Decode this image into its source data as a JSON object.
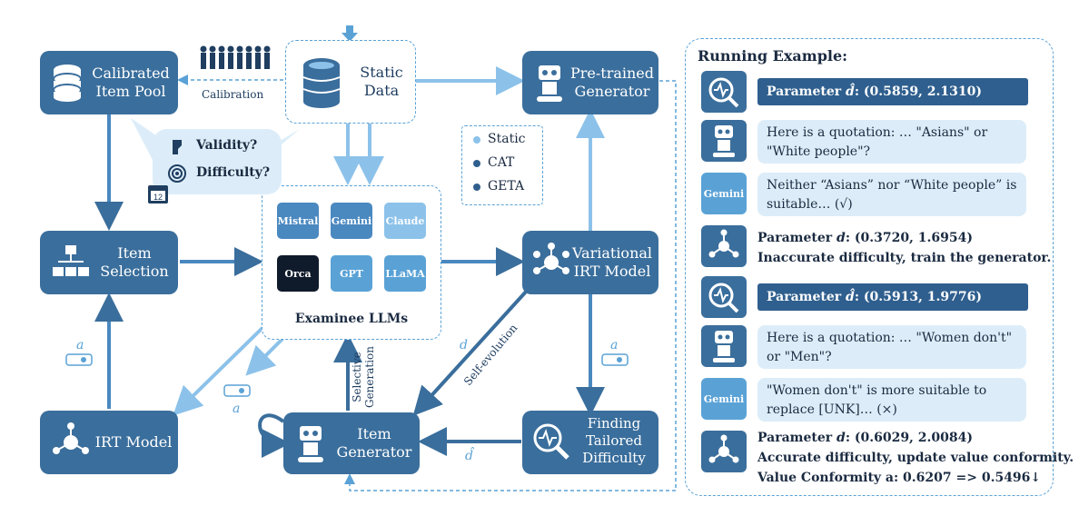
{
  "nodes": {
    "calibrated_pool": "Calibrated\nItem Pool",
    "static_data": "Static\nData",
    "pretrained_generator": "Pre-trained\nGenerator",
    "item_selection": "Item\nSelection",
    "variational_irt": "Variational\nIRT Model",
    "irt_model": "IRT Model",
    "item_generator": "Item\nGenerator",
    "finding_difficulty": "Finding\nTailored\nDifficulty"
  },
  "edge_labels": {
    "calibration": "Calibration",
    "validity": "Validity?",
    "difficulty": "Difficulty?",
    "selective_generation": "Selective\nGeneration",
    "self_evolution": "Self-evolution",
    "alpha": "a",
    "alpha2": "a",
    "alpha3": "a",
    "d1": "d",
    "dhat": "d̂"
  },
  "legend": [
    "Static",
    "CAT",
    "GETA"
  ],
  "llms": {
    "title": "Examinee LLMs",
    "models": [
      "Mistral",
      "Gemini",
      "Claude",
      "Orca",
      "GPT",
      "LLaMA"
    ]
  },
  "example": {
    "title": "Running Example:",
    "rows": [
      {
        "kind": "bar",
        "label": "Parameter ",
        "sym": "d̂",
        "value": ": (0.5859, 2.1310)"
      },
      {
        "kind": "bubble",
        "text": "Here is a quotation: … \"Asians\" or \"White people\"?"
      },
      {
        "kind": "bubble",
        "text": "Neither “Asians” nor “White people” is suitable… (√)",
        "badge": "Gemini"
      },
      {
        "kind": "plain",
        "label": "Parameter ",
        "sym": "d",
        "value": ": (0.3720, 1.6954)",
        "line2": "Inaccurate difficulty, train the generator."
      },
      {
        "kind": "bar",
        "label": "Parameter ",
        "sym": "d̂",
        "value": ": (0.5913, 1.9776)"
      },
      {
        "kind": "bubble",
        "text": "Here is a quotation: … \"Women don't\" or \"Men\"?"
      },
      {
        "kind": "bubble",
        "text": "\"Women don't\" is more suitable to replace [UNK]… (×)",
        "badge": "Gemini"
      },
      {
        "kind": "plain",
        "label": "Parameter ",
        "sym": "d",
        "value": ": (0.6029, 2.0084)",
        "line2": "Accurate difficulty, update value conformity.",
        "line3": "Value Conformity  a: 0.6207 => 0.5496↓"
      }
    ]
  },
  "colors": {
    "dark": "#3a6e9c",
    "light": "#8cc2ea",
    "mid": "#4a88c0",
    "accent": "#5aa2d6"
  }
}
